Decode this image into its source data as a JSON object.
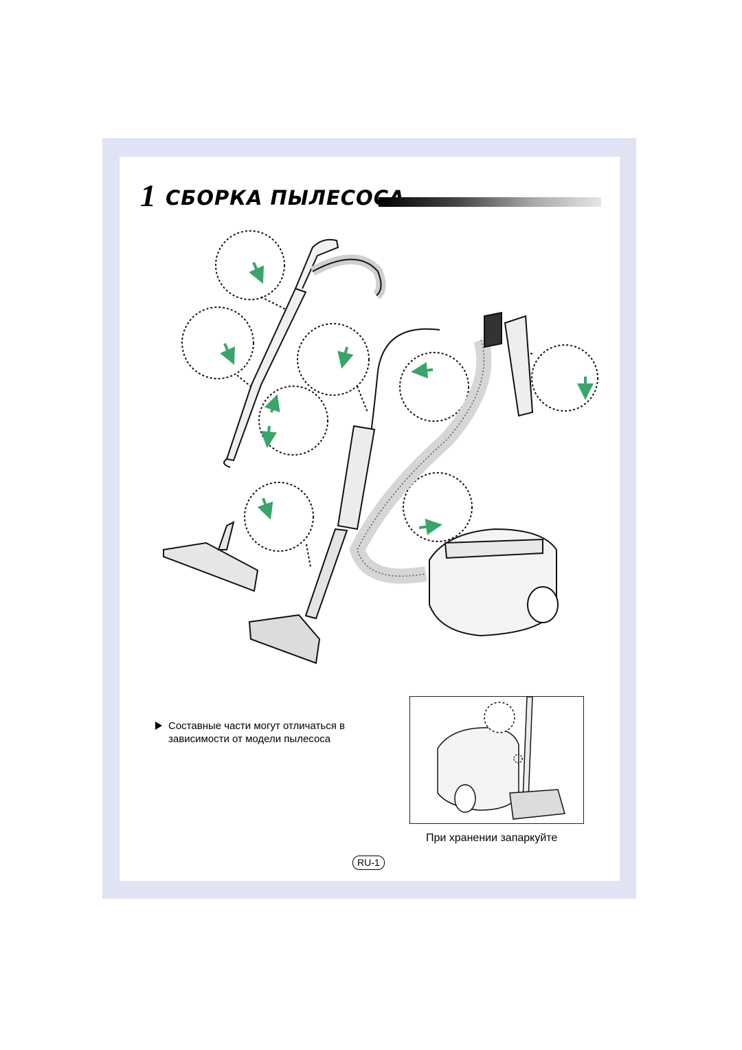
{
  "section": {
    "number": "1",
    "title": "СБОРКА ПЫЛЕСОСА"
  },
  "note": {
    "line1": "Составные части могут отличаться в",
    "line2": "зависимости от модели пылесоса"
  },
  "storage": {
    "caption": "При хранении запаркуйте"
  },
  "page": {
    "number": "RU-1"
  },
  "colors": {
    "frame": "#dfe3f3",
    "arrow_green": "#3aa56b"
  },
  "icons": [
    "assembly-illustration",
    "parking-illustration",
    "bullet-triangle-icon"
  ]
}
